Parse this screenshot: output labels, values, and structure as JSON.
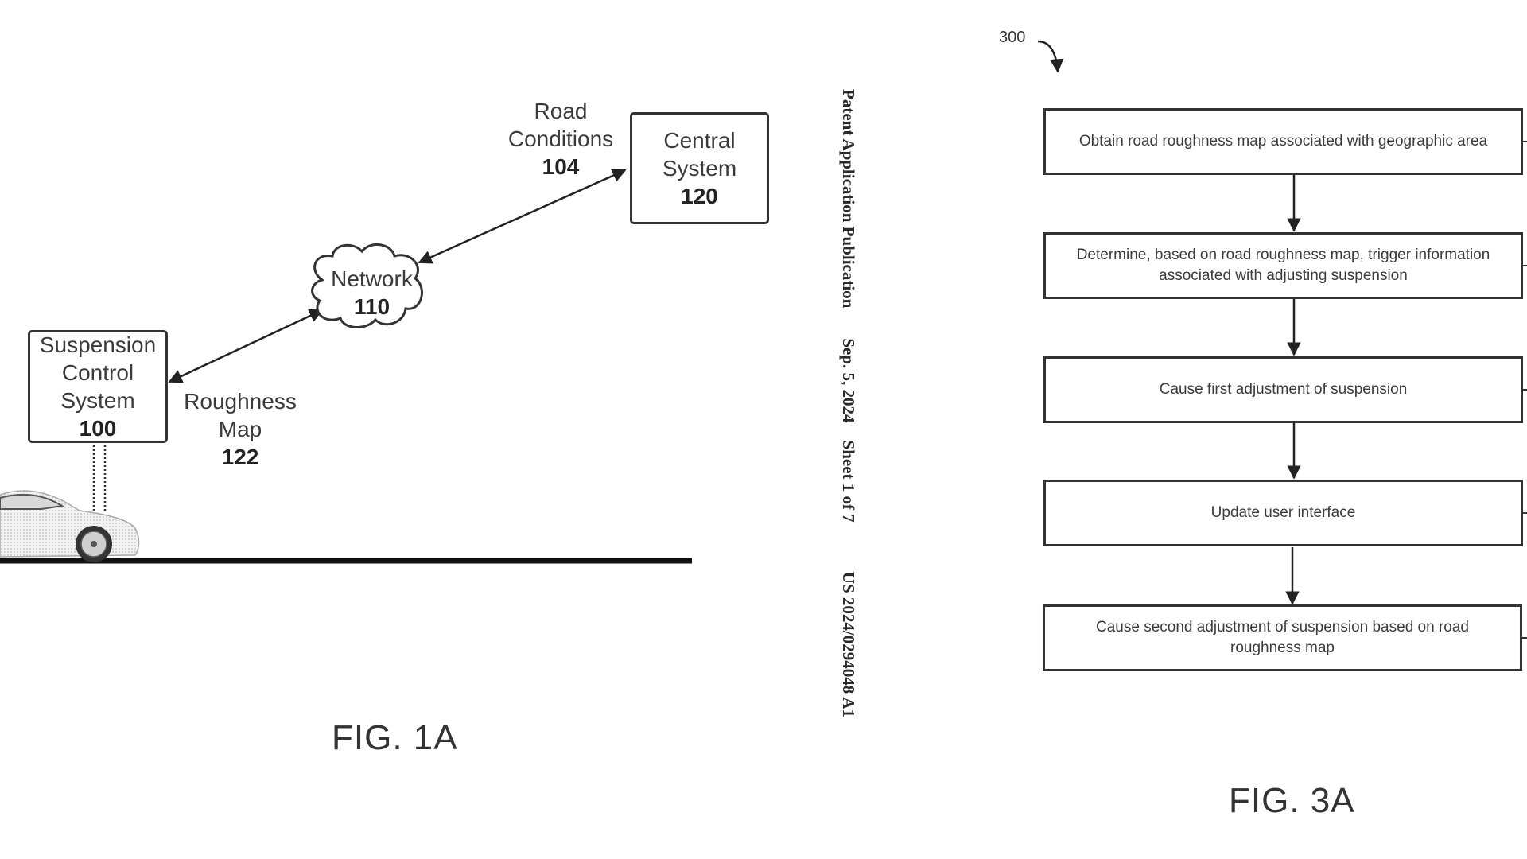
{
  "fig1a": {
    "caption": "FIG. 1A",
    "road_conditions": {
      "line1": "Road",
      "line2": "Conditions",
      "number": "104"
    },
    "central_system": {
      "line1": "Central",
      "line2": "System",
      "number": "120"
    },
    "network": {
      "label": "Network",
      "number": "110"
    },
    "suspension_control": {
      "line1": "Suspension",
      "line2": "Control",
      "line3": "System",
      "number": "100"
    },
    "roughness_map": {
      "line1": "Roughness",
      "line2": "Map",
      "number": "122"
    }
  },
  "header": {
    "publication": "Patent Application Publication",
    "date": "Sep. 5, 2024",
    "sheet": "Sheet 1 of 7",
    "number": "US 2024/0294048 A1"
  },
  "fig3a": {
    "caption": "FIG. 3A",
    "reference": "300",
    "steps": [
      {
        "text": "Obtain road roughness map associated with geographic area"
      },
      {
        "text": "Determine, based on road roughness map, trigger information associated with adjusting suspension"
      },
      {
        "text": "Cause first adjustment of suspension"
      },
      {
        "text": "Update user interface"
      },
      {
        "text": "Cause second adjustment of suspension based on road roughness map"
      }
    ]
  }
}
